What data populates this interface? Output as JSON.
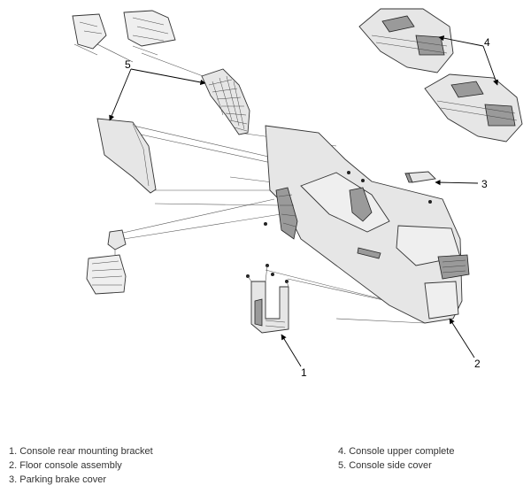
{
  "callouts": {
    "c1": "1",
    "c2": "2",
    "c3": "3",
    "c4": "4",
    "c5": "5"
  },
  "legend": {
    "left": [
      "1. Console rear mounting bracket",
      "2. Floor console assembly",
      "3. Parking brake cover"
    ],
    "right": [
      "4. Console upper complete",
      "5. Console side cover"
    ]
  }
}
